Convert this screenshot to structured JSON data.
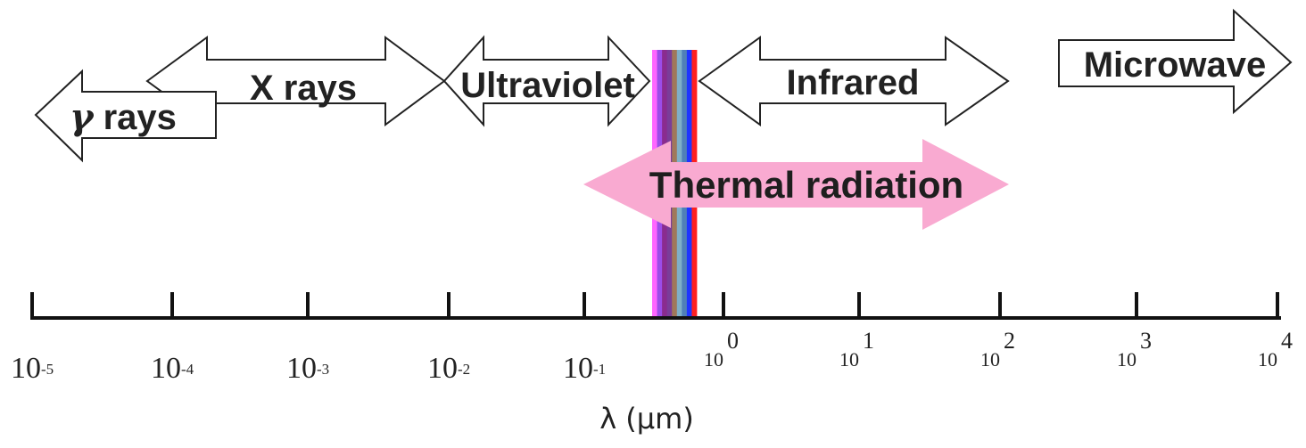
{
  "bands": {
    "gamma": {
      "symbol": "γ",
      "text": " rays"
    },
    "xrays": "X rays",
    "ultraviolet": "Ultraviolet",
    "infrared": "Infrared",
    "microwave": "Microwave",
    "thermal": "Thermal radiation"
  },
  "colors": {
    "outline": "#222222",
    "arrow_fill": "#ffffff",
    "thermal_fill": "#f9aad1",
    "visible_spectrum": [
      "#ff66ff",
      "#9b4de8",
      "#8a2c8e",
      "#7a3d99",
      "#a0785a",
      "#7fb0c8",
      "#5080b8",
      "#1f35ff",
      "#ff2020"
    ]
  },
  "axis": {
    "label": "λ  (μm)",
    "ticks": [
      {
        "base": "10",
        "exp": "-5"
      },
      {
        "base": "10",
        "exp": "-4"
      },
      {
        "base": "10",
        "exp": "-3"
      },
      {
        "base": "10",
        "exp": "-2"
      },
      {
        "base": "10",
        "exp": "-1"
      },
      {
        "base": "10",
        "exp": "0"
      },
      {
        "base": "10",
        "exp": "1"
      },
      {
        "base": "10",
        "exp": "2"
      },
      {
        "base": "10",
        "exp": "3"
      },
      {
        "base": "10",
        "exp": "4"
      }
    ]
  }
}
